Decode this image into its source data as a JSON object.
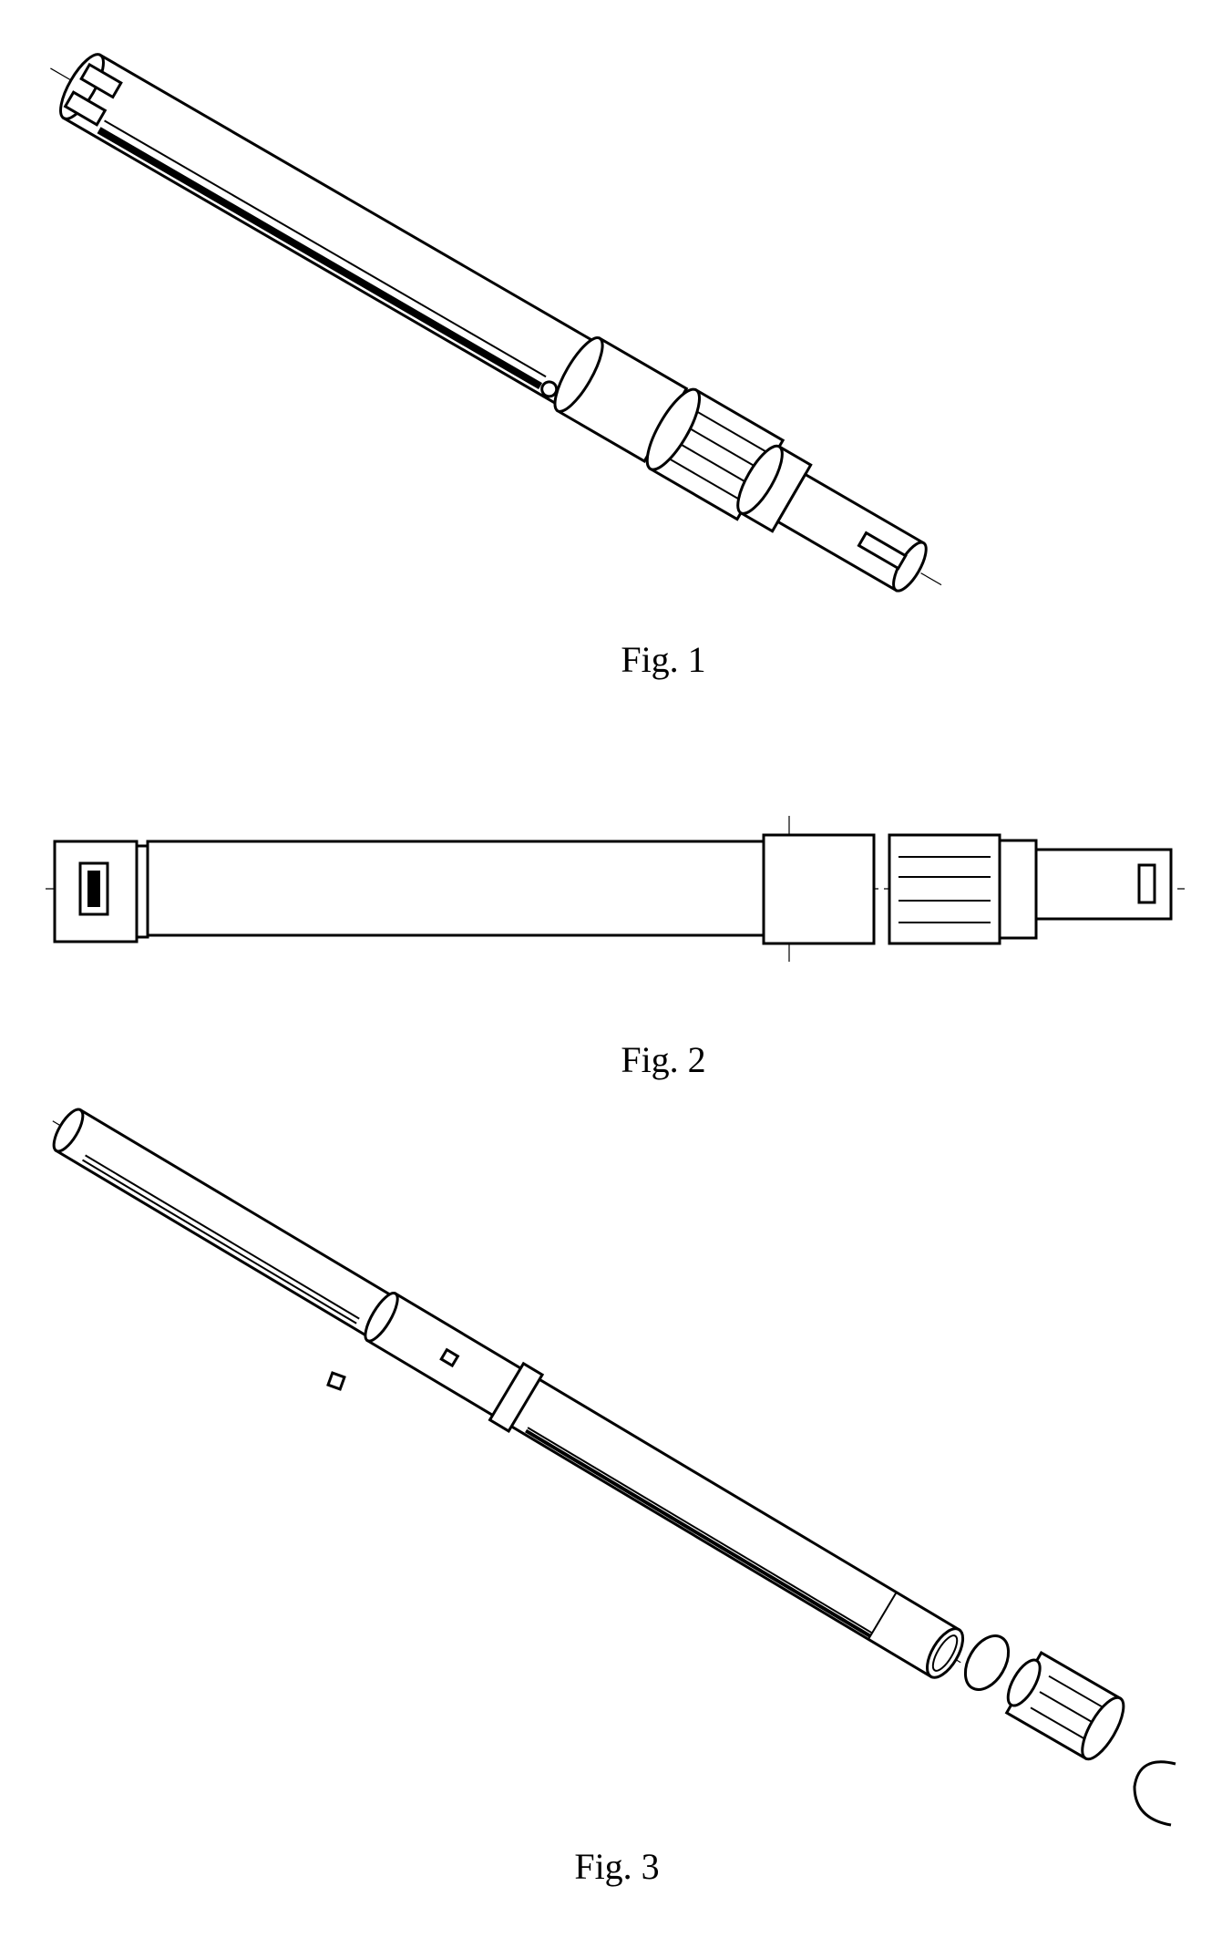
{
  "figures": [
    {
      "label": "Fig. 1"
    },
    {
      "label": "Fig. 2"
    },
    {
      "label": "Fig. 3"
    }
  ]
}
